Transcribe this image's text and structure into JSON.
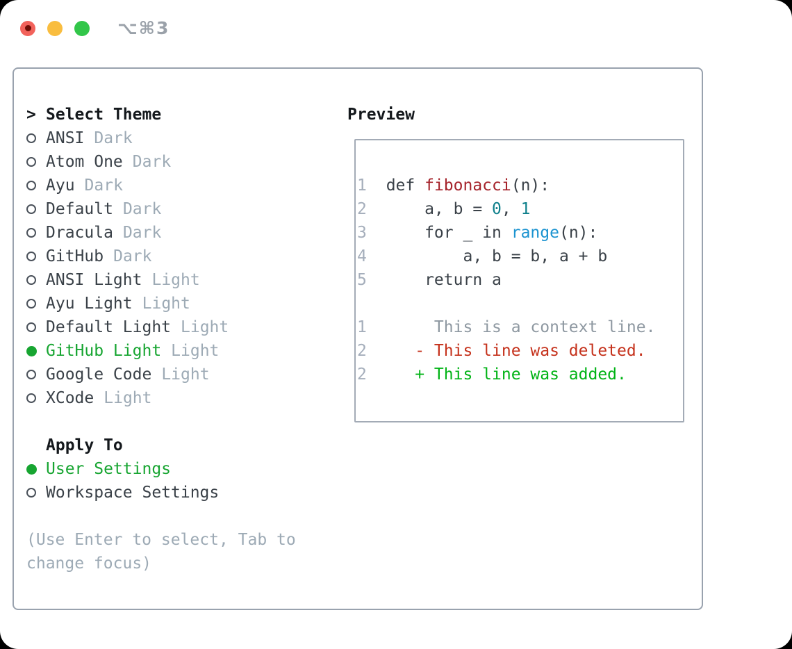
{
  "window": {
    "shortcut_label": "⌥⌘3"
  },
  "colors": {
    "accent_green": "#17a531",
    "diff_added_green": "#00b315",
    "diff_deleted_red": "#c5321c",
    "function_red": "#a5232b",
    "builtin_blue": "#1b93d0",
    "number_teal": "#0e7f8b",
    "muted_gray": "#9daab5",
    "line_number_gray": "#a5aebb",
    "panel_border": "#99a2ae",
    "traffic_close": "#f2625b",
    "traffic_minimize": "#f9bd3f",
    "traffic_zoom": "#32c649"
  },
  "theme_picker": {
    "prompt": ">",
    "title": "Select Theme",
    "items": [
      {
        "name": "ANSI",
        "variant": "Dark",
        "selected": false
      },
      {
        "name": "Atom One",
        "variant": "Dark",
        "selected": false
      },
      {
        "name": "Ayu",
        "variant": "Dark",
        "selected": false
      },
      {
        "name": "Default",
        "variant": "Dark",
        "selected": false
      },
      {
        "name": "Dracula",
        "variant": "Dark",
        "selected": false
      },
      {
        "name": "GitHub",
        "variant": "Dark",
        "selected": false
      },
      {
        "name": "ANSI Light",
        "variant": "Light",
        "selected": false
      },
      {
        "name": "Ayu Light",
        "variant": "Light",
        "selected": false
      },
      {
        "name": "Default Light",
        "variant": "Light",
        "selected": false
      },
      {
        "name": "GitHub Light",
        "variant": "Light",
        "selected": true
      },
      {
        "name": "Google Code",
        "variant": "Light",
        "selected": false
      },
      {
        "name": "XCode",
        "variant": "Light",
        "selected": false
      }
    ]
  },
  "apply_to": {
    "title": "Apply To",
    "options": [
      {
        "label": "User Settings",
        "selected": true
      },
      {
        "label": "Workspace Settings",
        "selected": false
      }
    ]
  },
  "hint": {
    "line1": "(Use Enter to select, Tab to",
    "line2": "change focus)"
  },
  "preview": {
    "title": "Preview",
    "lines": [
      {
        "num": "1",
        "segs": [
          "  def ",
          "fibonacci",
          "(n):"
        ]
      },
      {
        "num": "2",
        "segs": [
          "      a, b = ",
          "0",
          ", ",
          "1"
        ]
      },
      {
        "num": "3",
        "segs": [
          "      for _ in ",
          "range",
          "(n):"
        ]
      },
      {
        "num": "4",
        "segs": [
          "          a, b = b, a + b"
        ]
      },
      {
        "num": "5",
        "segs": [
          "      return a"
        ]
      },
      {
        "num": "",
        "segs": []
      },
      {
        "num": "1",
        "segs": [
          "       This is a context line."
        ]
      },
      {
        "num": "2",
        "segs": [
          "     - This line was deleted."
        ]
      },
      {
        "num": "2",
        "segs": [
          "     + This line was added."
        ]
      }
    ]
  }
}
